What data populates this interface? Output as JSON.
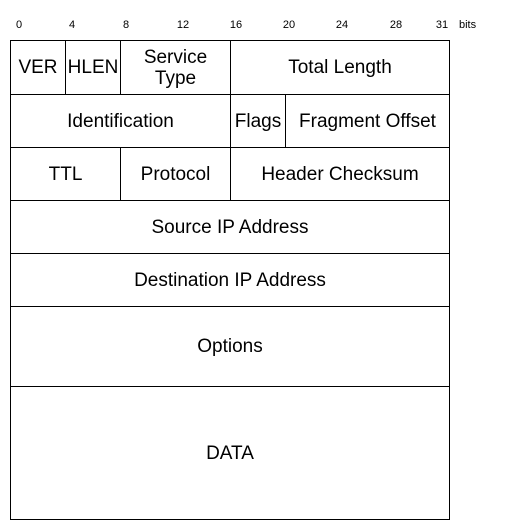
{
  "bit_ruler": {
    "ticks": [
      "0",
      "4",
      "8",
      "12",
      "16",
      "20",
      "24",
      "28",
      "31"
    ],
    "unit": "bits"
  },
  "header": {
    "row1": {
      "ver": "VER",
      "hlen": "HLEN",
      "service_type": "Service\nType",
      "total_length": "Total Length"
    },
    "row2": {
      "identification": "Identification",
      "flags": "Flags",
      "fragment_offset": "Fragment Offset"
    },
    "row3": {
      "ttl": "TTL",
      "protocol": "Protocol",
      "header_checksum": "Header Checksum"
    },
    "source_ip": "Source IP Address",
    "destination_ip": "Destination IP Address",
    "options": "Options",
    "data": "DATA"
  }
}
